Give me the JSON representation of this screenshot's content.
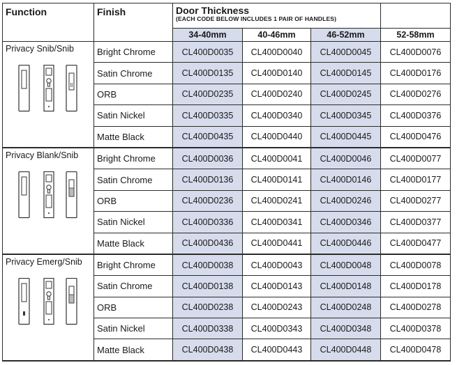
{
  "headers": {
    "function": "Function",
    "finish": "Finish",
    "door_thickness": "Door Thickness",
    "door_note": "(EACH CODE BELOW INCLUDES 1 PAIR OF HANDLES)",
    "sizes": [
      "34-40mm",
      "40-46mm",
      "46-52mm",
      "52-58mm"
    ]
  },
  "groups": [
    {
      "function": "Privacy Snib/Snib",
      "icon": "snib-snib-handles-icon",
      "rows": [
        {
          "finish": "Bright Chrome",
          "codes": [
            "CL400D0035",
            "CL400D0040",
            "CL400D0045",
            "CL400D0076"
          ]
        },
        {
          "finish": "Satin Chrome",
          "codes": [
            "CL400D0135",
            "CL400D0140",
            "CL400D0145",
            "CL400D0176"
          ]
        },
        {
          "finish": "ORB",
          "codes": [
            "CL400D0235",
            "CL400D0240",
            "CL400D0245",
            "CL400D0276"
          ]
        },
        {
          "finish": "Satin Nickel",
          "codes": [
            "CL400D0335",
            "CL400D0340",
            "CL400D0345",
            "CL400D0376"
          ]
        },
        {
          "finish": "Matte Black",
          "codes": [
            "CL400D0435",
            "CL400D0440",
            "CL400D0445",
            "CL400D0476"
          ]
        }
      ]
    },
    {
      "function": "Privacy Blank/Snib",
      "icon": "blank-snib-handles-icon",
      "rows": [
        {
          "finish": "Bright Chrome",
          "codes": [
            "CL400D0036",
            "CL400D0041",
            "CL400D0046",
            "CL400D0077"
          ]
        },
        {
          "finish": "Satin Chrome",
          "codes": [
            "CL400D0136",
            "CL400D0141",
            "CL400D0146",
            "CL400D0177"
          ]
        },
        {
          "finish": "ORB",
          "codes": [
            "CL400D0236",
            "CL400D0241",
            "CL400D0246",
            "CL400D0277"
          ]
        },
        {
          "finish": "Satin Nickel",
          "codes": [
            "CL400D0336",
            "CL400D0341",
            "CL400D0346",
            "CL400D0377"
          ]
        },
        {
          "finish": "Matte Black",
          "codes": [
            "CL400D0436",
            "CL400D0441",
            "CL400D0446",
            "CL400D0477"
          ]
        }
      ]
    },
    {
      "function": "Privacy Emerg/Snib",
      "icon": "emerg-snib-handles-icon",
      "rows": [
        {
          "finish": "Bright Chrome",
          "codes": [
            "CL400D0038",
            "CL400D0043",
            "CL400D0048",
            "CL400D0078"
          ]
        },
        {
          "finish": "Satin Chrome",
          "codes": [
            "CL400D0138",
            "CL400D0143",
            "CL400D0148",
            "CL400D0178"
          ]
        },
        {
          "finish": "ORB",
          "codes": [
            "CL400D0238",
            "CL400D0243",
            "CL400D0248",
            "CL400D0278"
          ]
        },
        {
          "finish": "Satin Nickel",
          "codes": [
            "CL400D0338",
            "CL400D0343",
            "CL400D0348",
            "CL400D0378"
          ]
        },
        {
          "finish": "Matte Black",
          "codes": [
            "CL400D0438",
            "CL400D0443",
            "CL400D0448",
            "CL400D0478"
          ]
        }
      ]
    }
  ],
  "colors": {
    "shaded_column": "#d6dcec",
    "border": "#2b2b2b"
  }
}
